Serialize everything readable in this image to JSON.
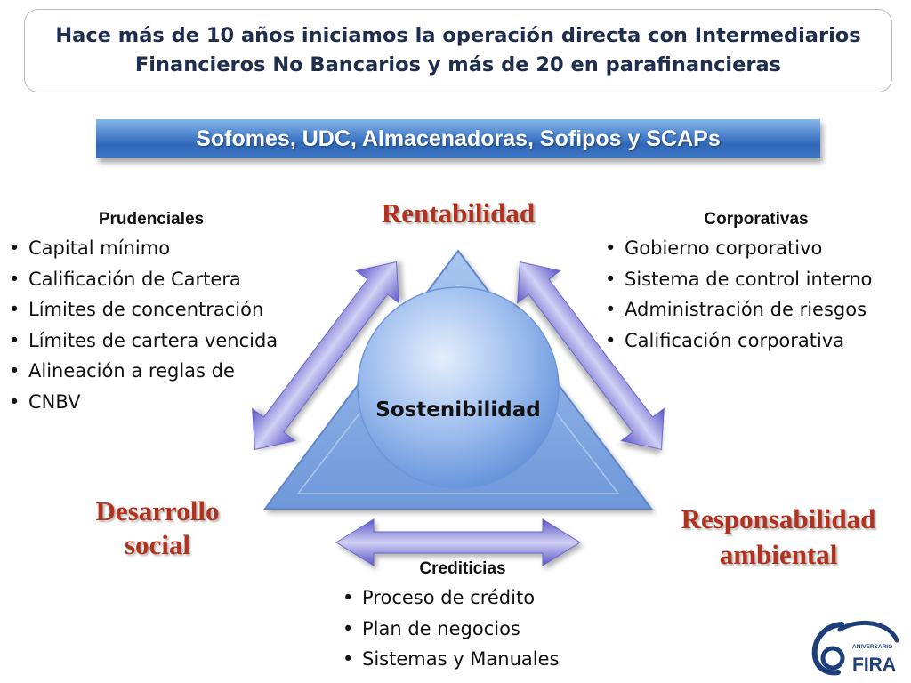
{
  "header": {
    "title_line1": "Hace más de 10 años iniciamos la operación directa con Intermediarios",
    "title_line2": "Financieros No Bancarios y más de 20 en parafinancieras"
  },
  "banner": {
    "text": "Sofomes, UDC, Almacenadoras, Sofipos y SCAPs"
  },
  "center": {
    "label": "Sostenibilidad"
  },
  "vertices": {
    "top": "Rentabilidad",
    "left_line1": "Desarrollo",
    "left_line2": "social",
    "right_line1": "Responsabilidad",
    "right_line2": "ambiental"
  },
  "groups": {
    "prudenciales": {
      "title": "Prudenciales",
      "items": [
        "Capital mínimo",
        "Calificación de Cartera",
        "Límites de concentración",
        "Límites de cartera vencida",
        "Alineación a reglas de",
        "CNBV"
      ]
    },
    "corporativas": {
      "title": "Corporativas",
      "items": [
        "Gobierno corporativo",
        "Sistema de control interno",
        "Administración de riesgos",
        "Calificación corporativa"
      ]
    },
    "crediticias": {
      "title": "Crediticias",
      "items": [
        "Proceso de crédito",
        "Plan de negocios",
        "Sistemas y Manuales"
      ]
    }
  },
  "logo": {
    "text": "FIRA",
    "subtext": "ANIVERSARIO",
    "number": "60"
  },
  "colors": {
    "title": "#1f2d4e",
    "banner": "#3d78c6",
    "vertex_label": "#b3321e",
    "triangle": "#7aa3e0",
    "arrow": "#7b78d6"
  }
}
